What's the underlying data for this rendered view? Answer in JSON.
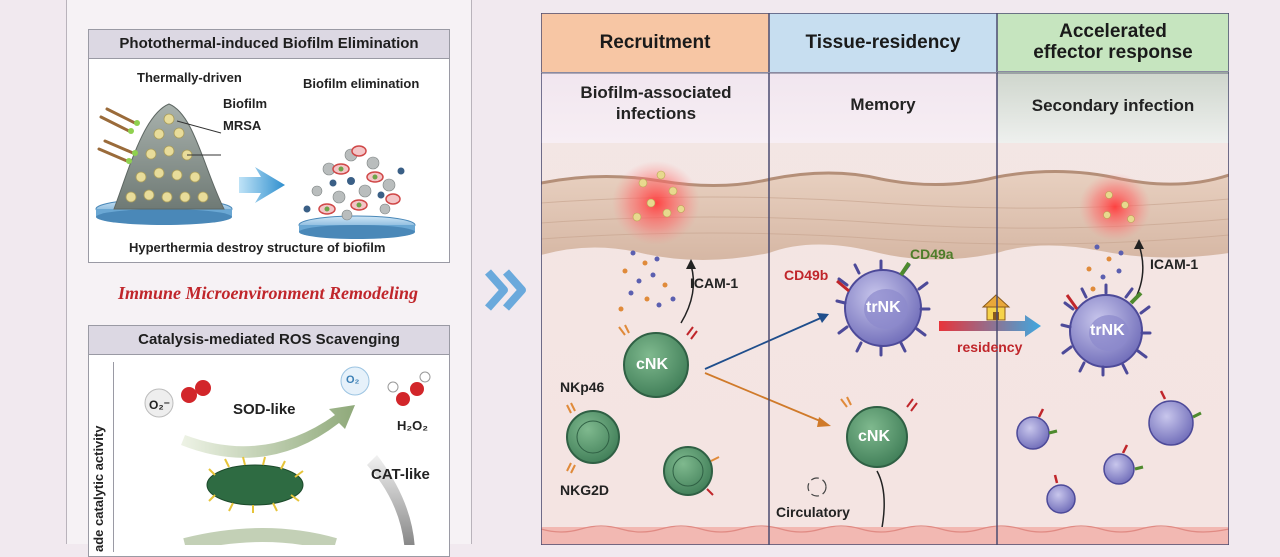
{
  "left": {
    "panel1": {
      "title": "Photothermal-induced Biofilm Elimination",
      "thermal_label": "Thermally-driven",
      "biofilm_label": "Biofilm",
      "mrsa_label": "MRSA",
      "elimination_label": "Biofilm elimination",
      "caption": "Hyperthermia destroy structure of biofilm"
    },
    "remodeling_title": "Immune Microenvironment Remodeling",
    "panel2": {
      "title": "Catalysis-mediated ROS Scavenging",
      "side_label": "ade catalytic activity",
      "superoxide": "O₂⁻",
      "oxygen": "O₂",
      "sod_label": "SOD-like",
      "h2o2_label": "H₂O₂",
      "cat_label": "CAT-like"
    }
  },
  "columns": [
    {
      "header": "Recruitment",
      "subtitle": "Biofilm-associated infections",
      "color": "#f7c6a4"
    },
    {
      "header": "Tissue-residency",
      "subtitle": "Memory",
      "color": "#c7def0"
    },
    {
      "header": "Accelerated effector response",
      "subtitle": "Secondary infection",
      "color": "#c6e5bf"
    }
  ],
  "labels": {
    "icam1_a": "ICAM-1",
    "icam1_b": "ICAM-1",
    "cnk_a": "cNK",
    "cnk_b": "cNK",
    "trnk_a": "trNK",
    "trnk_b": "trNK",
    "nkp46": "NKp46",
    "nkg2d": "NKG2D",
    "cd49b": "CD49b",
    "cd49a": "CD49a",
    "residency": "residency",
    "circulatory": "Circulatory"
  },
  "colors": {
    "cd49b": "#c0262b",
    "cd49a": "#4e7d2a",
    "residency": "#c0262b",
    "remodeling": "#c0262b",
    "chevron": "#6aa9dc"
  }
}
